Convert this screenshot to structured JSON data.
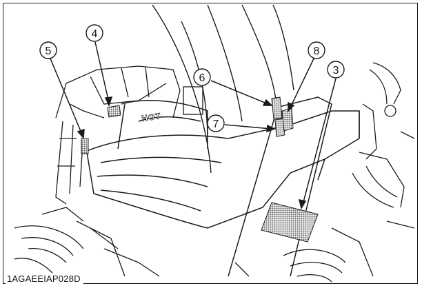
{
  "figure": {
    "drawing_id": "1AGAEEIAP028D",
    "embossed_text": "HOT",
    "callouts": [
      {
        "label": "3"
      },
      {
        "label": "4"
      },
      {
        "label": "5"
      },
      {
        "label": "6"
      },
      {
        "label": "7"
      },
      {
        "label": "8"
      }
    ],
    "colors": {
      "line": "#1a1a1a",
      "label_fill": "#8c8c8c",
      "background": "#ffffff"
    }
  }
}
